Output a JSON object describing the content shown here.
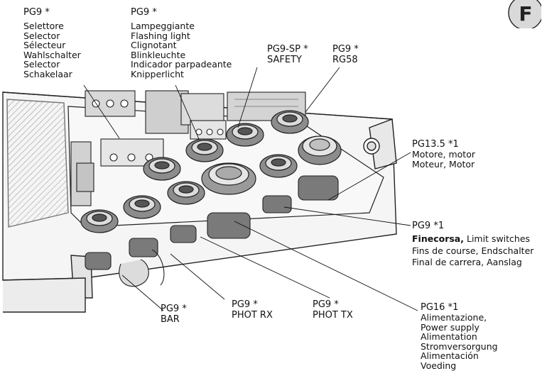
{
  "badge": {
    "letter": "F"
  },
  "labels": {
    "selettore": {
      "code": "PG9 *",
      "lines": [
        "Selettore",
        "Selector",
        "Sélecteur",
        "Wahlschalter",
        "Selector",
        "Schakelaar"
      ]
    },
    "lampeggiante": {
      "code": "PG9 *",
      "lines": [
        "Lampeggiante",
        "Flashing light",
        "Clignotant",
        "Blinkleuchte",
        "Indicador parpadeante",
        "Knipperlicht"
      ]
    },
    "safety": {
      "code": "PG9-SP *",
      "name": "SAFETY"
    },
    "rg58": {
      "code": "PG9 *",
      "name": "RG58"
    },
    "motore": {
      "code": "PG13.5 *1",
      "lines": [
        "Motore, motor",
        "Moteur, Motor"
      ]
    },
    "finecorsa": {
      "code": "PG9 *1",
      "line1_bold": "Finecorsa,",
      "line1_rest": " Limit switches",
      "lines": [
        "Fins de course, Endschalter",
        "Final de carrera, Aanslag"
      ]
    },
    "alimentazione": {
      "code": "PG16 *1",
      "lines": [
        "Alimentazione,",
        "Power supply",
        "Alimentation",
        "Stromversorgung",
        "Alimentación",
        "Voeding"
      ]
    },
    "bar": {
      "code": "PG9 *",
      "name": "BAR"
    },
    "phot_rx": {
      "code": "PG9 *",
      "name": "PHOT RX"
    },
    "phot_tx": {
      "code": "PG9 *",
      "name": "PHOT TX"
    }
  }
}
